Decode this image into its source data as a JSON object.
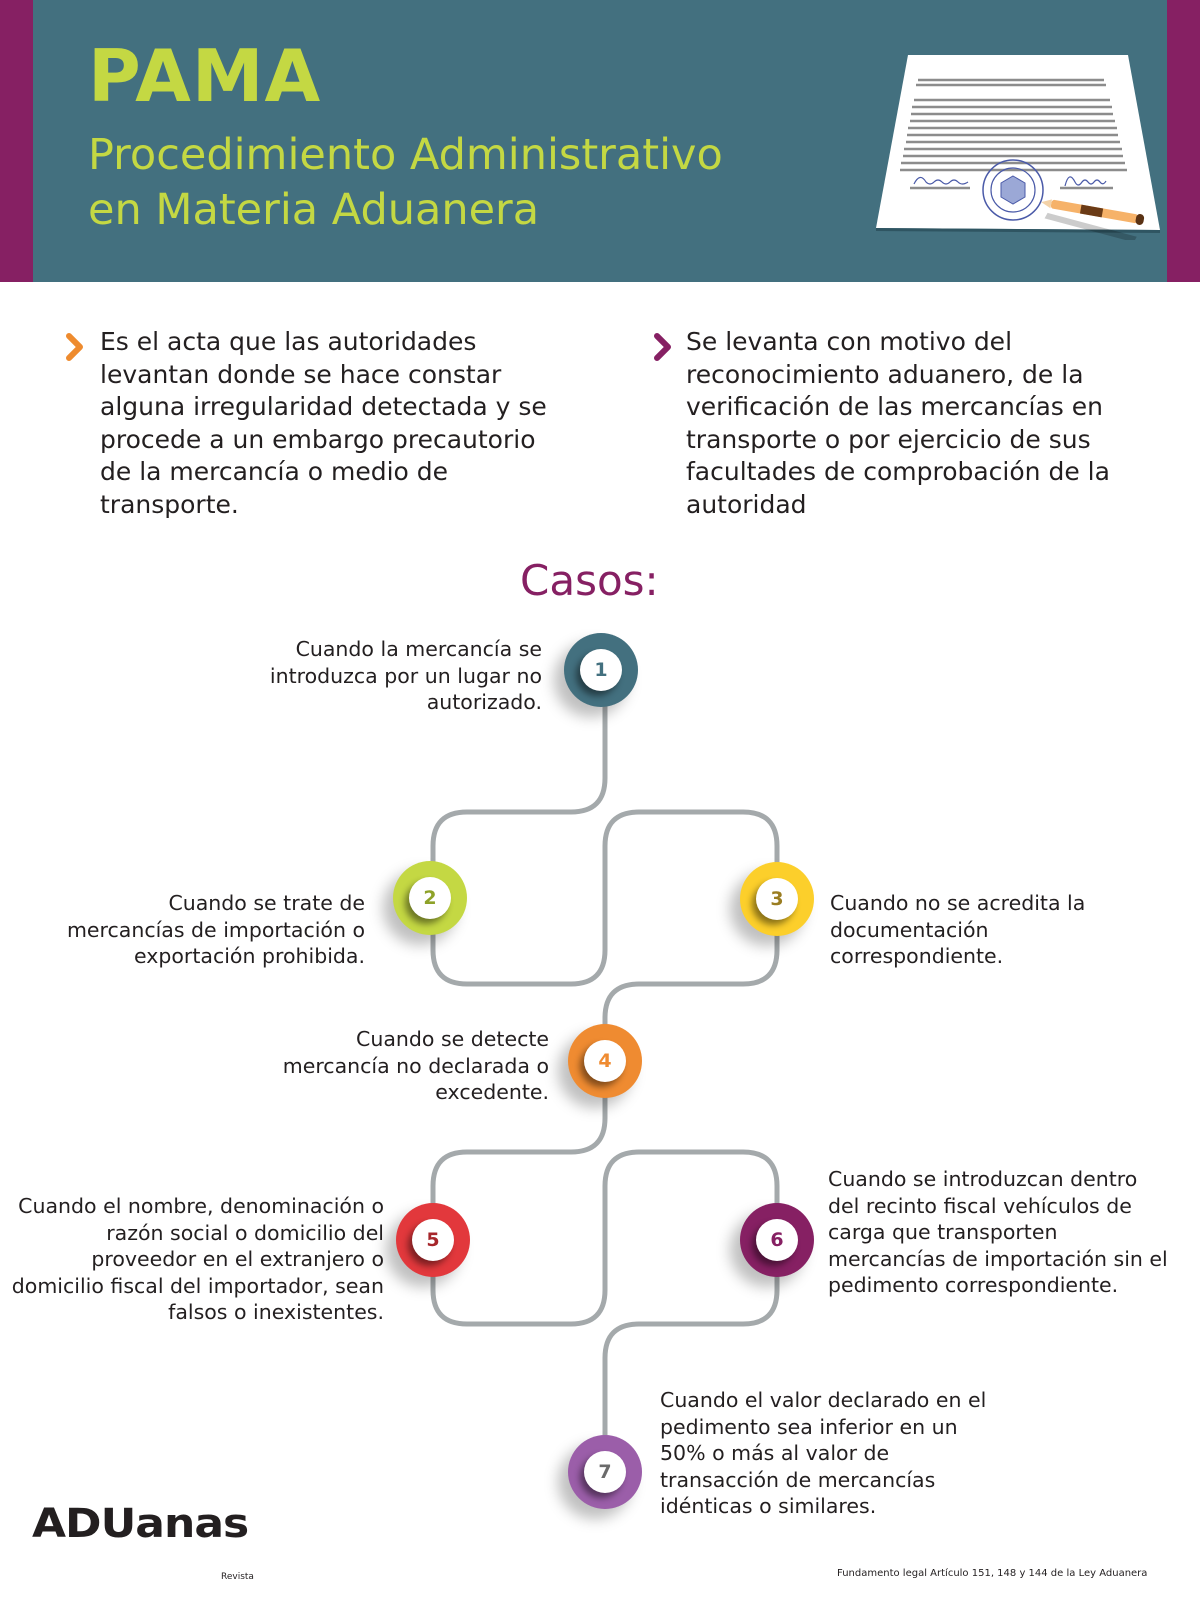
{
  "header": {
    "title": "PAMA",
    "subtitle_line1": "Procedimiento Administrativo",
    "subtitle_line2": "en Materia Aduanera",
    "illustration": "signed-document-with-pen-icon"
  },
  "intro": {
    "left": {
      "icon": "chevron-right-icon",
      "icon_color": "#ee8b2e",
      "text": "Es el acta que las autoridades levantan donde se hace constar alguna irregularidad detectada y se procede a un embargo precautorio de la mercancía o medio de transporte."
    },
    "right": {
      "icon": "chevron-right-icon",
      "icon_color": "#862063",
      "text": "Se levanta con motivo del reconocimiento aduanero, de la verificación de las mercancías en transporte o por ejercicio de sus facultades de comprobación de la autoridad"
    }
  },
  "casos": {
    "title": "Casos:",
    "items": [
      {
        "number": "1",
        "color": "#43707f",
        "text_color": "#43707f",
        "text": "Cuando la mercancía se introduzca por un lugar no autorizado."
      },
      {
        "number": "2",
        "color": "#c4d843",
        "text_color": "#8ea228",
        "text": "Cuando se trate de mercancías de importación o exportación prohibida."
      },
      {
        "number": "3",
        "color": "#fccf2b",
        "text_color": "#9a7d21",
        "text": "Cuando no se acredita la documentación correspondiente."
      },
      {
        "number": "4",
        "color": "#ef8b31",
        "text_color": "#ef8b31",
        "text": "Cuando se detecte mercancía no declarada o excedente."
      },
      {
        "number": "5",
        "color": "#e2383c",
        "text_color": "#a6262b",
        "text": "Cuando el nombre, denominación o razón social o domicilio del proveedor en el extranjero o domicilio fiscal del importador, sean falsos o inexistentes."
      },
      {
        "number": "6",
        "color": "#862063",
        "text_color": "#862063",
        "text": "Cuando se introduzcan dentro del recinto fiscal vehículos de carga que transporten mercancías de importación sin el pedimento correspondiente."
      },
      {
        "number": "7",
        "color": "#9b5ea9",
        "text_color": "#6b6b6b",
        "text": "Cuando el valor declarado en el pedimento sea inferior en un 50% o más al valor de transacción de mercancías idénticas o similares."
      }
    ]
  },
  "footer": {
    "logo": "ADUanas",
    "logo_sub": "Revista",
    "note": "Fundamento legal Artículo 151, 148 y 144 de la Ley Aduanera"
  }
}
